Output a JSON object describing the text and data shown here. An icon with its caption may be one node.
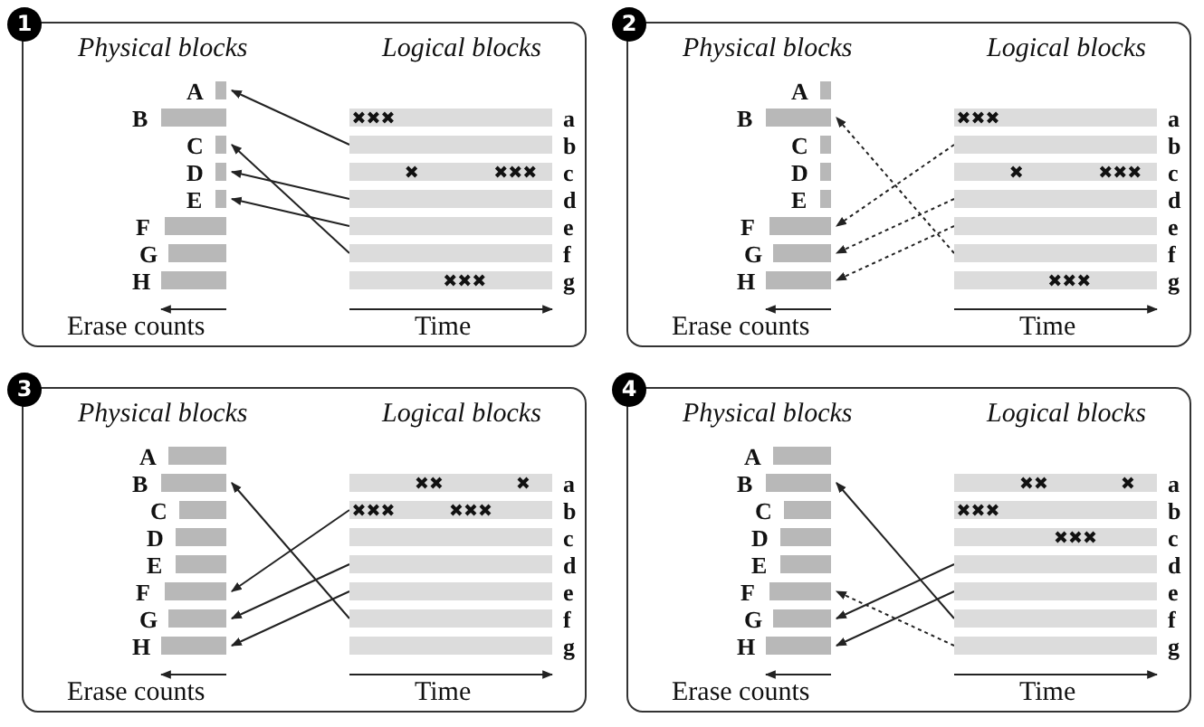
{
  "diagram": {
    "nodes": [
      {
        "text": [
          "1"
        ]
      },
      {
        "text": [],
        "shape": "bar",
        "beside": [
          "A"
        ],
        "in": 0
      },
      {
        "text": [],
        "shape": "bar",
        "beside": [
          "B"
        ],
        "in": 0
      },
      {
        "text": [],
        "shape": "bar",
        "beside": [
          "C"
        ],
        "in": 0
      },
      {
        "text": [],
        "shape": "bar",
        "beside": [
          "D"
        ],
        "in": 0
      },
      {
        "text": [],
        "shape": "bar",
        "beside": [
          "E"
        ],
        "in": 0
      },
      {
        "text": [],
        "shape": "bar",
        "beside": [
          "F"
        ],
        "in": 0
      },
      {
        "text": [],
        "shape": "bar",
        "beside": [
          "G"
        ],
        "in": 0
      },
      {
        "text": [],
        "shape": "bar",
        "beside": [
          "H"
        ],
        "in": 0
      },
      {
        "text": [],
        "shape": "bar",
        "beside": [
          "a"
        ],
        "in": 0
      },
      {
        "text": [],
        "shape": "bar",
        "beside": [
          "b"
        ],
        "in": 0
      },
      {
        "text": [],
        "shape": "bar",
        "beside": [
          "c"
        ],
        "in": 0
      },
      {
        "text": [],
        "shape": "bar",
        "beside": [
          "d"
        ],
        "in": 0
      },
      {
        "text": [],
        "shape": "bar",
        "beside": [
          "e"
        ],
        "in": 0
      },
      {
        "text": [],
        "shape": "bar",
        "beside": [
          "f"
        ],
        "in": 0
      },
      {
        "text": [],
        "shape": "bar",
        "beside": [
          "g"
        ],
        "in": 0
      },
      {
        "text": [
          "2"
        ]
      },
      {
        "text": [],
        "shape": "bar",
        "beside": [
          "A"
        ],
        "in": 16
      },
      {
        "text": [],
        "shape": "bar",
        "beside": [
          "B"
        ],
        "in": 16
      },
      {
        "text": [],
        "shape": "bar",
        "beside": [
          "C"
        ],
        "in": 16
      },
      {
        "text": [],
        "shape": "bar",
        "beside": [
          "D"
        ],
        "in": 16
      },
      {
        "text": [],
        "shape": "bar",
        "beside": [
          "E"
        ],
        "in": 16
      },
      {
        "text": [],
        "shape": "bar",
        "beside": [
          "F"
        ],
        "in": 16
      },
      {
        "text": [],
        "shape": "bar",
        "beside": [
          "G"
        ],
        "in": 16
      },
      {
        "text": [],
        "shape": "bar",
        "beside": [
          "H"
        ],
        "in": 16
      },
      {
        "text": [],
        "shape": "bar",
        "beside": [
          "a"
        ],
        "in": 16
      },
      {
        "text": [],
        "shape": "bar",
        "beside": [
          "b"
        ],
        "in": 16
      },
      {
        "text": [],
        "shape": "bar",
        "beside": [
          "c"
        ],
        "in": 16
      },
      {
        "text": [],
        "shape": "bar",
        "beside": [
          "d"
        ],
        "in": 16
      },
      {
        "text": [],
        "shape": "bar",
        "beside": [
          "e"
        ],
        "in": 16
      },
      {
        "text": [],
        "shape": "bar",
        "beside": [
          "f"
        ],
        "in": 16
      },
      {
        "text": [],
        "shape": "bar",
        "beside": [
          "g"
        ],
        "in": 16
      },
      {
        "text": [
          "3"
        ]
      },
      {
        "text": [],
        "shape": "bar",
        "beside": [
          "A"
        ],
        "in": 32
      },
      {
        "text": [],
        "shape": "bar",
        "beside": [
          "B"
        ],
        "in": 32
      },
      {
        "text": [],
        "shape": "bar",
        "beside": [
          "C"
        ],
        "in": 32
      },
      {
        "text": [],
        "shape": "bar",
        "beside": [
          "D"
        ],
        "in": 32
      },
      {
        "text": [],
        "shape": "bar",
        "beside": [
          "E"
        ],
        "in": 32
      },
      {
        "text": [],
        "shape": "bar",
        "beside": [
          "F"
        ],
        "in": 32
      },
      {
        "text": [],
        "shape": "bar",
        "beside": [
          "G"
        ],
        "in": 32
      },
      {
        "text": [],
        "shape": "bar",
        "beside": [
          "H"
        ],
        "in": 32
      },
      {
        "text": [],
        "shape": "bar",
        "beside": [
          "a"
        ],
        "in": 32
      },
      {
        "text": [],
        "shape": "bar",
        "beside": [
          "b"
        ],
        "in": 32
      },
      {
        "text": [],
        "shape": "bar",
        "beside": [
          "c"
        ],
        "in": 32
      },
      {
        "text": [],
        "shape": "bar",
        "beside": [
          "d"
        ],
        "in": 32
      },
      {
        "text": [],
        "shape": "bar",
        "beside": [
          "e"
        ],
        "in": 32
      },
      {
        "text": [],
        "shape": "bar",
        "beside": [
          "f"
        ],
        "in": 32
      },
      {
        "text": [],
        "shape": "bar",
        "beside": [
          "g"
        ],
        "in": 32
      },
      {
        "text": [
          "4"
        ]
      },
      {
        "text": [],
        "shape": "bar",
        "beside": [
          "A"
        ],
        "in": 48
      },
      {
        "text": [],
        "shape": "bar",
        "beside": [
          "B"
        ],
        "in": 48
      },
      {
        "text": [],
        "shape": "bar",
        "beside": [
          "C"
        ],
        "in": 48
      },
      {
        "text": [],
        "shape": "bar",
        "beside": [
          "D"
        ],
        "in": 48
      },
      {
        "text": [],
        "shape": "bar",
        "beside": [
          "E"
        ],
        "in": 48
      },
      {
        "text": [],
        "shape": "bar",
        "beside": [
          "F"
        ],
        "in": 48
      },
      {
        "text": [],
        "shape": "bar",
        "beside": [
          "G"
        ],
        "in": 48
      },
      {
        "text": [],
        "shape": "bar",
        "beside": [
          "H"
        ],
        "in": 48
      },
      {
        "text": [],
        "shape": "bar",
        "beside": [
          "a"
        ],
        "in": 48
      },
      {
        "text": [],
        "shape": "bar",
        "beside": [
          "b"
        ],
        "in": 48
      },
      {
        "text": [],
        "shape": "bar",
        "beside": [
          "c"
        ],
        "in": 48
      },
      {
        "text": [],
        "shape": "bar",
        "beside": [
          "d"
        ],
        "in": 48
      },
      {
        "text": [],
        "shape": "bar",
        "beside": [
          "e"
        ],
        "in": 48
      },
      {
        "text": [],
        "shape": "bar",
        "beside": [
          "f"
        ],
        "in": 48
      },
      {
        "text": [],
        "shape": "bar",
        "beside": [
          "g"
        ],
        "in": 48
      }
    ],
    "edges": [
      {
        "from": 10,
        "to": 1,
        "arrow": "to"
      },
      {
        "from": 12,
        "to": 4,
        "arrow": "to"
      },
      {
        "from": 13,
        "to": 5,
        "arrow": "to"
      },
      {
        "from": 14,
        "to": 3,
        "arrow": "to"
      },
      {
        "from": 26,
        "to": 22,
        "arrow": "to",
        "style": "dashed"
      },
      {
        "from": 28,
        "to": 23,
        "arrow": "to",
        "style": "dashed"
      },
      {
        "from": 29,
        "to": 24,
        "arrow": "to",
        "style": "dashed"
      },
      {
        "from": 30,
        "to": 18,
        "arrow": "to",
        "style": "dashed"
      },
      {
        "from": 42,
        "to": 38,
        "arrow": "to"
      },
      {
        "from": 44,
        "to": 39,
        "arrow": "to"
      },
      {
        "from": 45,
        "to": 40,
        "arrow": "to"
      },
      {
        "from": 46,
        "to": 34,
        "arrow": "to"
      },
      {
        "from": 60,
        "to": 55,
        "arrow": "to"
      },
      {
        "from": 61,
        "to": 56,
        "arrow": "to"
      },
      {
        "from": 62,
        "to": 50,
        "arrow": "to"
      },
      {
        "from": 63,
        "to": 54,
        "arrow": "to",
        "style": "dashed"
      }
    ],
    "labels": [
      "Physical blocks",
      "Logical blocks",
      "Erase counts",
      "Time",
      "Physical blocks",
      "Logical blocks",
      "Erase counts",
      "Time",
      "Physical blocks",
      "Logical blocks",
      "Erase counts",
      "Time",
      "Physical blocks",
      "Logical blocks",
      "Erase counts",
      "Time"
    ]
  }
}
